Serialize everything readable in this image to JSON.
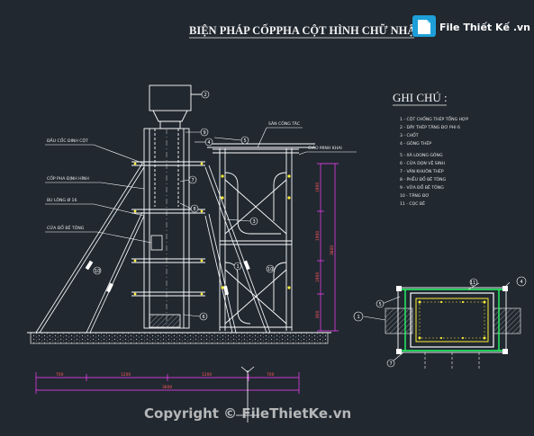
{
  "drawing": {
    "title": "BIỆN PHÁP CỐPPHA CỘT HÌNH CHỮ NHẬT",
    "notes_heading": "GHI CHÚ :",
    "notes": [
      "1 - CỘT CHỐNG THÉP TỔNG HỢP",
      "2 - DÂY THÉP TĂNG ĐƠ PHI 6",
      "3 - CHỐT",
      "4 - GÔNG THÉP",
      "5 - XÀ LOONG GÔNG",
      "6 - CỬA DỌN VỆ SINH",
      "7 - VÁN KHUÔN THÉP",
      "8 - PHỄU ĐỔ BÊ TÔNG",
      "9 - VỮA ĐỔ BÊ TÔNG",
      "10 - TĂNG ĐƠ",
      "11 - CỌC BÊ"
    ],
    "labels": {
      "san_cong_tac": "SÀN CÔNG TÁC",
      "giao_tam": "GIÁO MINH KHAI",
      "dau_cot": "ĐẦU CỐC ĐINH CỘT",
      "cop_pha": "CỐP PHA ĐỊNH HÌNH",
      "bu_long": "BU LÔNG Ø 16",
      "cua_do": "CỬA ĐỔ BÊ TÔNG"
    },
    "right_dimensions": [
      "1900",
      "1900",
      "1900",
      "800",
      "3800"
    ],
    "bottom_dimensions": [
      "700",
      "1200",
      "1200",
      "700",
      "3600"
    ],
    "callouts": [
      "1",
      "2",
      "3",
      "4",
      "5",
      "6",
      "7",
      "8",
      "9",
      "10",
      "11"
    ]
  },
  "watermark": {
    "logo_text": "File Thiết Kế .vn",
    "copyright": "Copyright © FileThietKe.vn"
  },
  "colors": {
    "background": "#212830",
    "line": "#ffffff",
    "dimension": "#ff4040",
    "dim_vertical": "#ff40ff",
    "accent_yellow": "#ffee33",
    "accent_green": "#22ff66"
  }
}
